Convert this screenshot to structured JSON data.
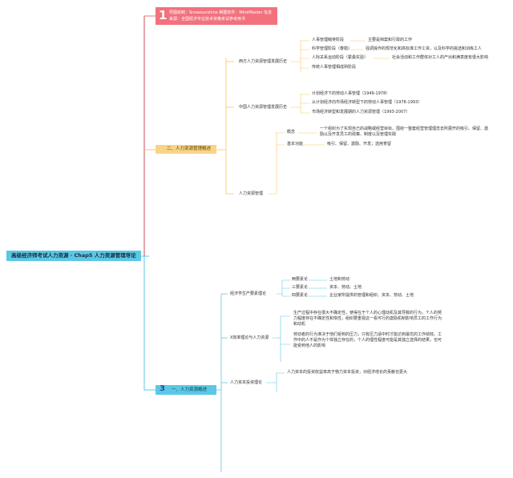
{
  "root": {
    "label": "高级经济师考试人力资源 · Chap5 人力资源管理导论"
  },
  "header_box": {
    "number": "1",
    "text": "导图绘制：Snowsunshine 制图软件：MindMaster 信息来源：全国经济专业技术资格考试参考用书"
  },
  "branch_two": {
    "label": "二、人力资源管理概述",
    "groups": [
      {
        "label": "西方人力资源管理发展历史",
        "items": [
          {
            "label": "人事管理萌芽阶段",
            "note": "主要是档案和行政的工作"
          },
          {
            "label": "科学管理阶段（泰勒）",
            "note": "强调操作的规范化和高标准工作工资，以及科学的挑选和训练工人"
          },
          {
            "label": "人际关系运动阶段（霍桑实验）",
            "note": "社会活动和工作群体对工人的产出和满意度有很大影响"
          },
          {
            "label": "传统人事管理相成熟阶段",
            "note": ""
          }
        ]
      },
      {
        "label": "中国人力资源管理发展历史",
        "items": [
          {
            "label": "计划经济下的劳动人事管理（1949-1978）"
          },
          {
            "label": "从计划经济向市场经济转型下的劳动人事管理（1978-1993）"
          },
          {
            "label": "市场经济转型和发展期的人力资源管理（1993-2007）"
          }
        ]
      },
      {
        "label": "人力资源管理",
        "items": [
          {
            "label": "概念",
            "note": "一个组织为了实现自己的战略或经营目标，围绕一整套经营管理理念去所展开的吸引、保留、激励以及开发员工的政策、制度以及管理实践"
          },
          {
            "label": "基本功能",
            "note": "吸引、保留、激励、开发；选用育留"
          }
        ]
      }
    ]
  },
  "branch_three": {
    "number": "3",
    "label": "一、人力资源概述",
    "groups": [
      {
        "label": "经济学生产要素理论",
        "items": [
          {
            "label": "两要素论",
            "note": "土地和劳动"
          },
          {
            "label": "三要素论",
            "note": "资本、劳动、土地"
          },
          {
            "label": "四要素论",
            "note": "企业家所提供的管理和组织、资本、劳动、土地"
          }
        ]
      },
      {
        "label": "X效率理论与人力资源",
        "items": [
          {
            "note": "生产过程中存在很大不确定性，使得在于个人的心理动机及其导致的行为，个人的努力程度存在不确定性和惰性，组织要重视这一看可行的激励机制影响员工的工作行为和动机"
          },
          {
            "note": "劳动者的行为准决于他们受到的压力，只有压力适中时才能达到最优的工作绩效。工作中的人不是作为个体独立存在的，个人的理性程度可能是其独立选择的结果，也可能受到他人的影响"
          }
        ]
      },
      {
        "label": "人力资本投资理论",
        "items": [
          {
            "note": "人力资本的投资收益率高于物力资本投资，对经济增长的贡献也更大"
          }
        ]
      }
    ]
  }
}
